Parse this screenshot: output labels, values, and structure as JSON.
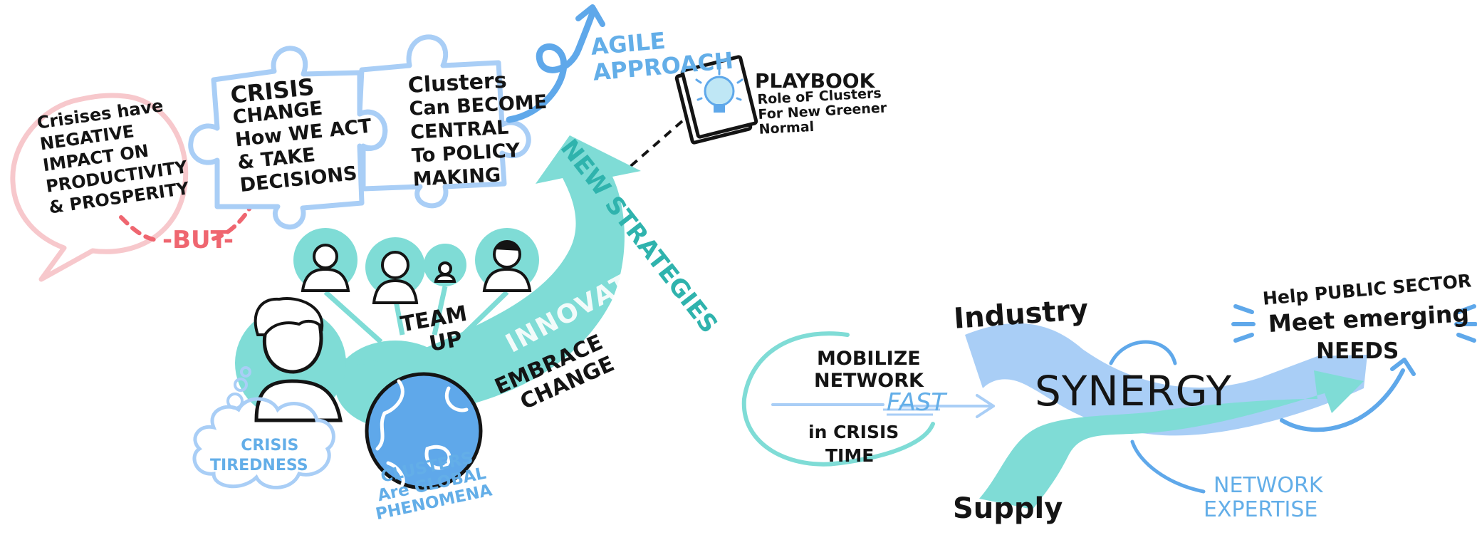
{
  "colors": {
    "teal": "#7fdcd6",
    "teal_dark": "#2fb3ad",
    "light_blue": "#a9cef6",
    "blue": "#5fa8ea",
    "pink": "#f7c8cc",
    "red": "#ef6670",
    "ink": "#141414"
  },
  "left": {
    "speech_bubble": [
      "Crisises have",
      "NEGATIVE",
      "IMPACT ON",
      "PRODUCTIVITY",
      "& PROSPERITY"
    ],
    "but_label": "-BUT-",
    "puzzle_left": [
      "CRISIS",
      "CHANGE",
      "How WE ACT",
      "& TAKE",
      "DECISIONS"
    ],
    "puzzle_right": [
      "Clusters",
      "Can BECOME",
      "CENTRAL",
      "To POLICY",
      "MAKING"
    ],
    "agile": [
      "AGILE",
      "APPROACH"
    ],
    "playbook_title": "PLAYBOOK",
    "playbook_sub": [
      "Role oF Clusters",
      "For New Greener",
      "Normal"
    ],
    "new_strategies": "NEW STRATEGIES",
    "innovate": "INNOVATE",
    "team_up": [
      "TEAM",
      "UP"
    ],
    "embrace_change": [
      "EMBRACE",
      "CHANGE"
    ],
    "crisis_tiredness": [
      "CRISIS",
      "TIREDNESS"
    ],
    "clusters_global": [
      "CLUSTERS",
      "Are GLOBAL",
      "PHENOMENA"
    ]
  },
  "right": {
    "mobilize": [
      "MOBILIZE",
      "NETWORK"
    ],
    "fast": "FAST",
    "crisis_time": [
      "in CRISIS",
      "TIME"
    ],
    "industry": "Industry",
    "supply": "Supply",
    "synergy": "SYNERGY",
    "help_public": "Help PUBLIC SECTOR",
    "meet_emerging": "Meet emerging",
    "needs": "NEEDS",
    "network_expertise": [
      "NETWORK",
      "EXPERTISE"
    ]
  },
  "icons": [
    "lightbulb-icon",
    "globe-icon"
  ]
}
